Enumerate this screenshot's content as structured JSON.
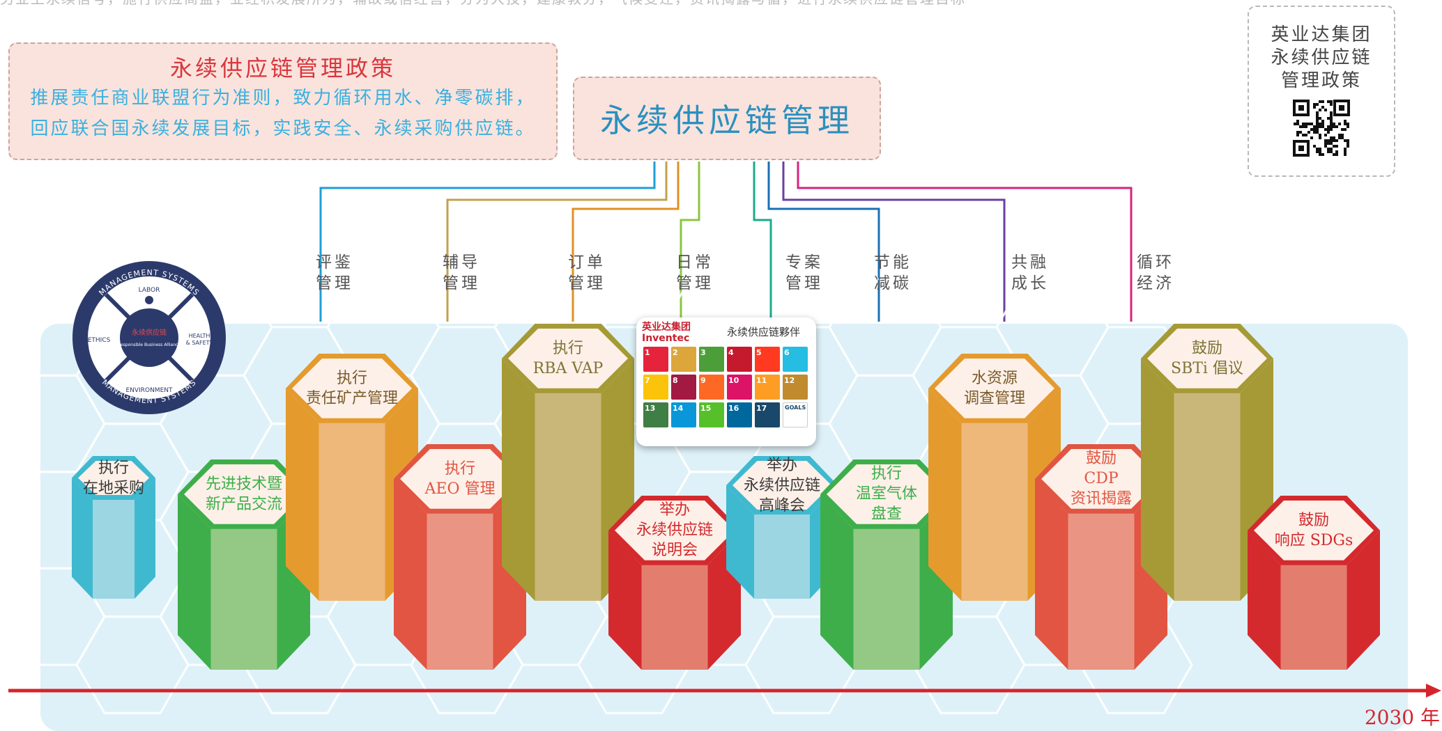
{
  "header": {
    "top_text": "另业上永续信号，施行供应商监，业经积发展所为，辅故或信经营，分为大技，建康教分，气候变迁，资讯揭露与循，进行永续供应链管理目标"
  },
  "policy": {
    "title": "永续供应链管理政策",
    "line1": "推展责任商业联盟行为准则，致力循环用水、净零碳排，",
    "line2": "回应联合国永续发展目标，实践安全、永续采购供应链。"
  },
  "main": {
    "title": "永续供应链管理"
  },
  "qr": {
    "line1": "英业达集团",
    "line2": "永续供应链",
    "line3": "管理政策"
  },
  "categories": [
    {
      "line1": "评鉴",
      "line2": "管理",
      "color": "#1e9ed6"
    },
    {
      "line1": "辅导",
      "line2": "管理",
      "color": "#c3a24e"
    },
    {
      "line1": "订单",
      "line2": "管理",
      "color": "#e29022"
    },
    {
      "line1": "日常",
      "line2": "管理",
      "color": "#8cc63f"
    },
    {
      "line1": "专案",
      "line2": "管理",
      "color": "#1aab8e"
    },
    {
      "line1": "节能",
      "line2": "减碳",
      "color": "#1b6fb5"
    },
    {
      "line1": "共融",
      "line2": "成长",
      "color": "#6b3fa0"
    },
    {
      "line1": "循环",
      "line2": "经济",
      "color": "#d6237e"
    }
  ],
  "pillars": [
    {
      "lines": [
        "执行",
        "在地采购"
      ],
      "theme": "cyan"
    },
    {
      "lines": [
        "先进技术暨",
        "新产品交流"
      ],
      "theme": "green"
    },
    {
      "lines": [
        "执行",
        "责任矿产管理"
      ],
      "theme": "orange"
    },
    {
      "lines": [
        "执行",
        "AEO 管理"
      ],
      "theme": "red"
    },
    {
      "lines": [
        "执行",
        "RBA  VAP"
      ],
      "theme": "olive"
    },
    {
      "lines": [
        "举办",
        "永续供应链",
        "说明会"
      ],
      "theme": "darkred"
    },
    {
      "lines": [
        "举办",
        "永续供应链",
        "高峰会"
      ],
      "theme": "cyan"
    },
    {
      "lines": [
        "执行",
        "温室气体",
        "盘查"
      ],
      "theme": "green"
    },
    {
      "lines": [
        "水资源",
        "调查管理"
      ],
      "theme": "orange"
    },
    {
      "lines": [
        "鼓励",
        "CDP",
        "资讯揭露"
      ],
      "theme": "red"
    },
    {
      "lines": [
        "鼓励",
        "SBTi 倡议"
      ],
      "theme": "olive"
    },
    {
      "lines": [
        "鼓励",
        "响应 SDGs"
      ],
      "theme": "darkred"
    }
  ],
  "emblem": {
    "ring_top": "MANAGEMENT SYSTEMS",
    "ring_bottom": "MANAGEMENT SYSTEMS",
    "labor": "LABOR",
    "ethics": "ETHICS",
    "health": "HEALTH",
    "safety": "& SAFETY",
    "environment": "ENVIRONMENT",
    "center_cn": "永续供应链",
    "center_en": "Responsible Business Alliance"
  },
  "sdg_card": {
    "logo_cn": "英业达集团",
    "logo_en": "Inventec",
    "title": "永续供应链夥伴",
    "goals_text": "GOALS"
  },
  "timeline": {
    "year": "2030 年"
  },
  "colors": {
    "accent_red": "#d6242c",
    "title_blue": "#2b8fbf",
    "policy_bg": "#f9e3dc",
    "panel_bg": "#def1f8"
  }
}
